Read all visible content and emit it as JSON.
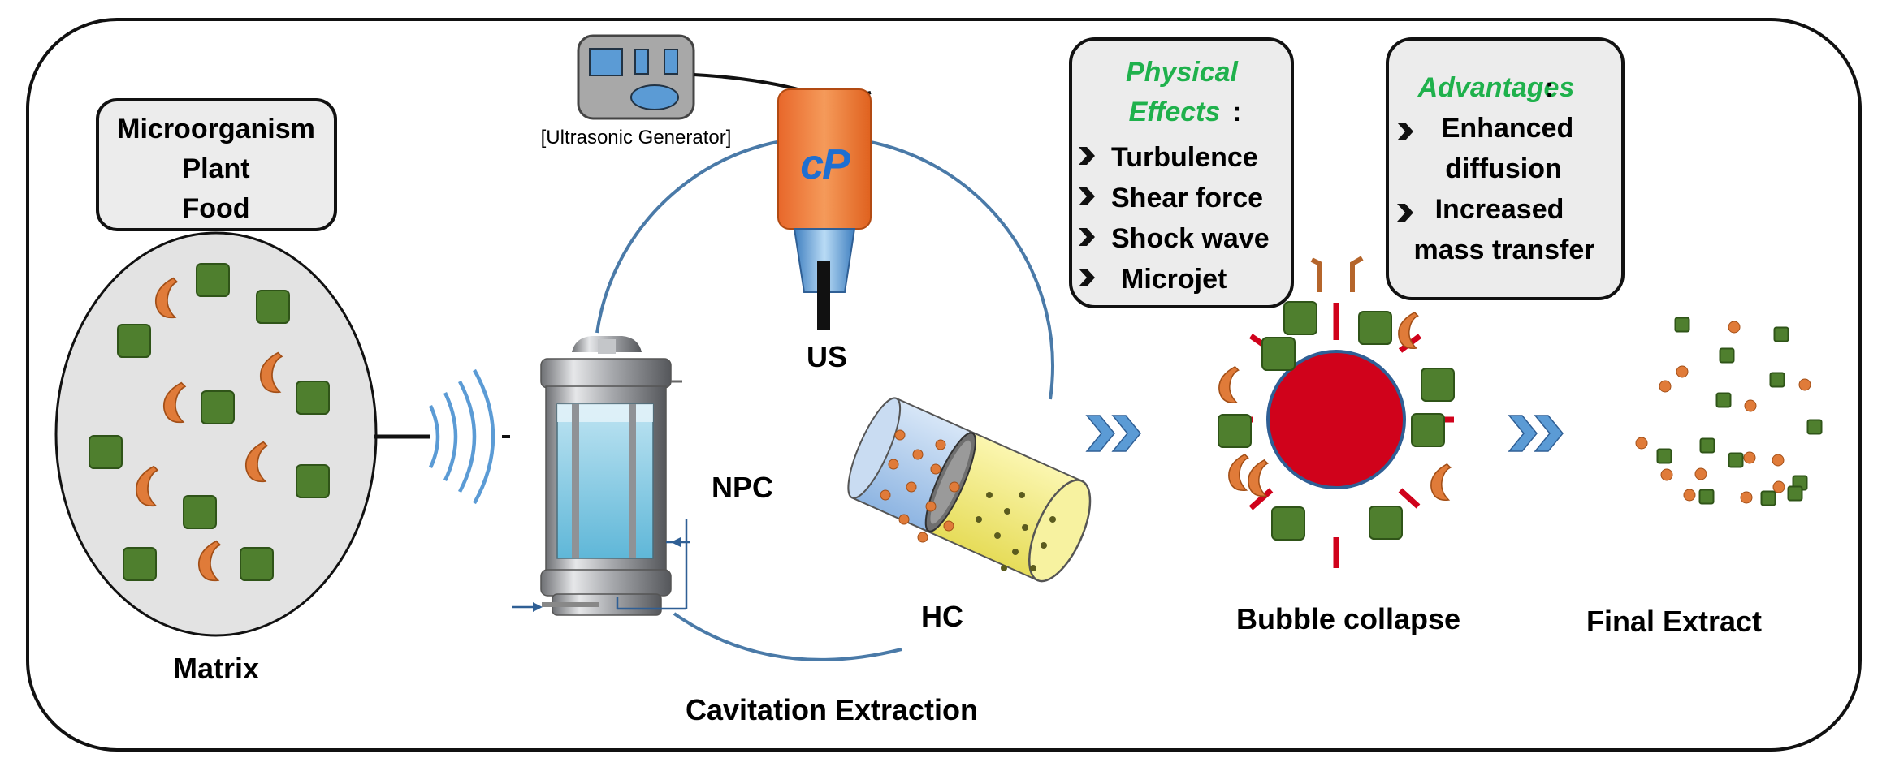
{
  "matrix": {
    "sources": [
      "Microorganism",
      "Plant",
      "Food"
    ],
    "label": "Matrix"
  },
  "generator_label": "[Ultrasonic Generator]",
  "probe_logo": "cP",
  "us_label": "US",
  "npc_label": "NPC",
  "hc_label": "HC",
  "cavitation_label": "Cavitation Extraction",
  "physical_effects": {
    "title_line1": "Physical",
    "title_line2": "Effects",
    "colon": ":",
    "items": [
      "Turbulence",
      "Shear force",
      "Shock wave",
      "Microjet"
    ]
  },
  "advantages": {
    "title": "Advantages",
    "colon": ":",
    "items": [
      [
        "Enhanced",
        "diffusion"
      ],
      [
        "Increased",
        "mass transfer"
      ]
    ]
  },
  "bubble_label": "Bubble collapse",
  "final_label": "Final Extract",
  "colors": {
    "green_square": "#4f7f2e",
    "green_square_border": "#2f5418",
    "orange": "#e07b39",
    "accent_green": "#1fb14c",
    "bubble_red": "#d0021b",
    "arrow_blue": "#5b9bd5",
    "circle_line": "#4a7aa8"
  }
}
